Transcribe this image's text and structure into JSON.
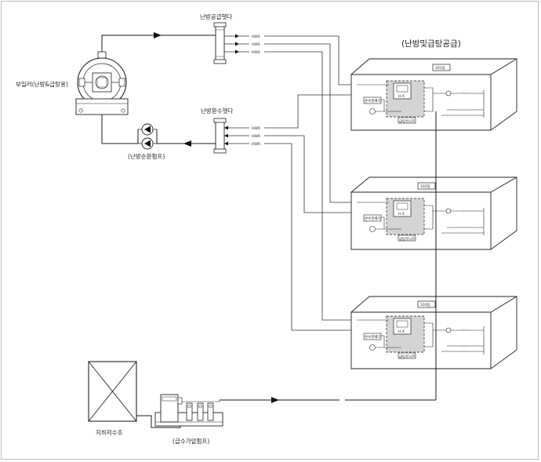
{
  "title": "(난방및급탕공급)",
  "boiler": {
    "label": "보일러(난방&급탕용)"
  },
  "heating_pump": {
    "label": "(난방순환펌프)"
  },
  "supply_header": {
    "label": "난방공급헷다",
    "lines": [
      "HWS",
      "HWS",
      "HWS"
    ]
  },
  "return_header": {
    "label": "난방환수헷다",
    "lines": [
      "HWR",
      "HWR",
      "HWR"
    ]
  },
  "buildings": [
    {
      "name": "101동",
      "hx": "H.X",
      "ctrl": "온수분배기",
      "unit": "급탕유니트"
    },
    {
      "name": "102동",
      "hx": "H.X",
      "ctrl": "온수분배기",
      "unit": "급탕유니트"
    },
    {
      "name": "103동",
      "hx": "H.X",
      "ctrl": "온수분배기",
      "unit": "급탕유니트"
    }
  ],
  "tank": {
    "label": "지하저수조"
  },
  "booster": {
    "label": "(급수가압펌프)"
  }
}
